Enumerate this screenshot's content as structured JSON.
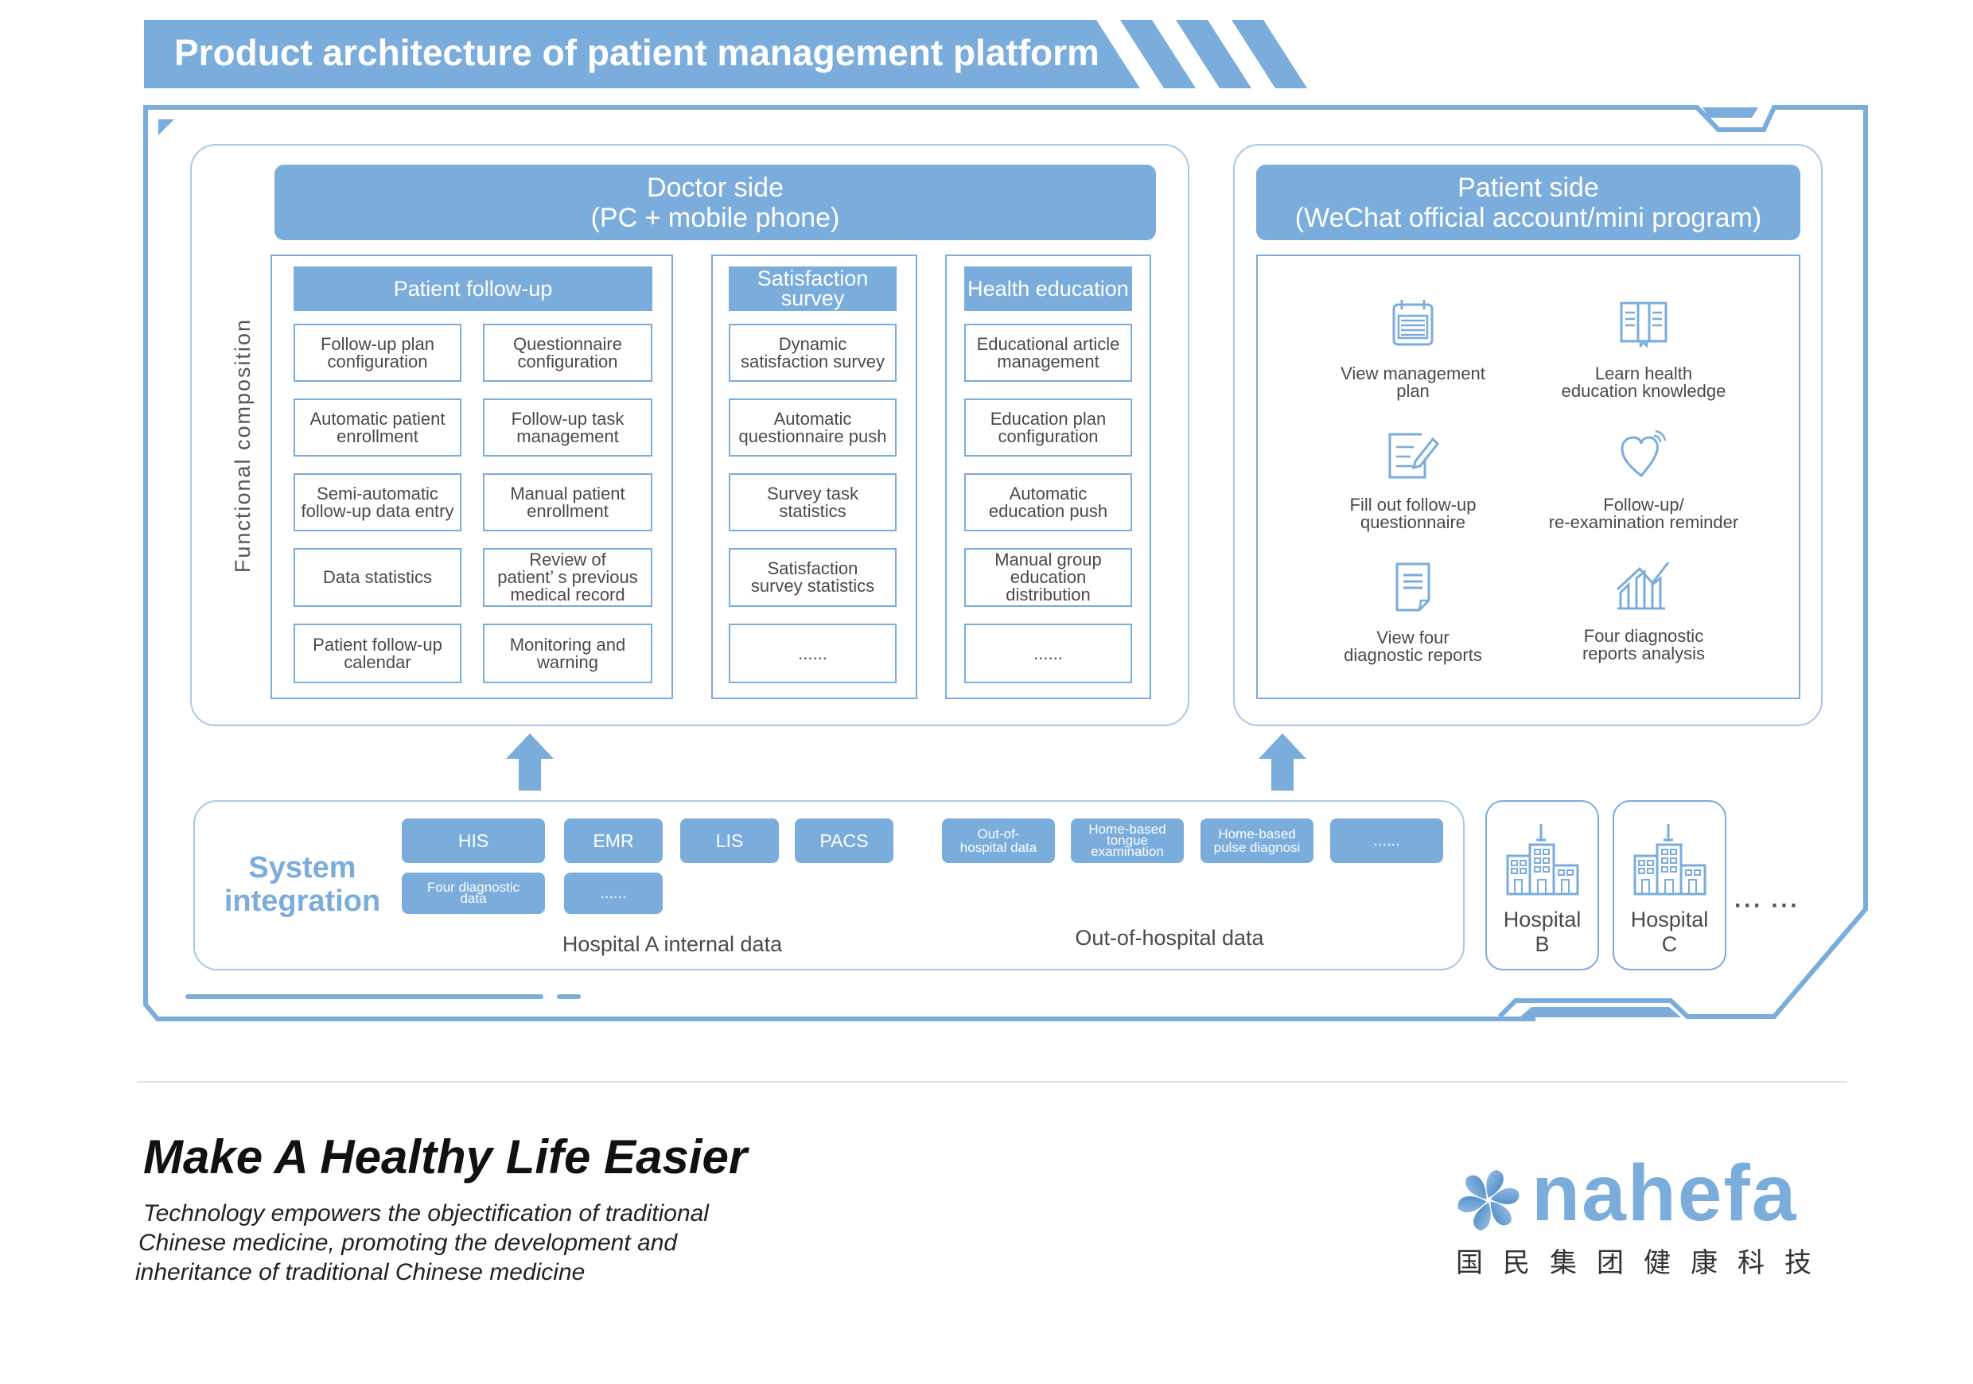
{
  "title": "Product architecture of patient management platform",
  "functional_composition_label": "Functional composition",
  "doctor_side": {
    "header_line1": "Doctor side",
    "header_line2": "(PC + mobile phone)",
    "columns": [
      {
        "title": "Patient follow-up",
        "items": [
          "Follow-up plan\nconfiguration",
          "Questionnaire\nconfiguration",
          "Automatic patient\nenrollment",
          "Follow-up task\nmanagement",
          "Semi-automatic\nfollow-up data entry",
          "Manual patient\nenrollment",
          "Data statistics",
          "Review of\npatient’ s previous\nmedical record",
          "Patient follow-up\ncalendar",
          "Monitoring and\nwarning"
        ]
      },
      {
        "title": "Satisfaction\nsurvey",
        "items": [
          "Dynamic\nsatisfaction survey",
          "Automatic\nquestionnaire push",
          "Survey task\nstatistics",
          "Satisfaction\nsurvey statistics",
          "......"
        ]
      },
      {
        "title": "Health education",
        "items": [
          "Educational article\nmanagement",
          "Education plan\nconfiguration",
          "Automatic\neducation push",
          "Manual group\neducation\ndistribution",
          "......"
        ]
      }
    ]
  },
  "patient_side": {
    "header_line1": "Patient side",
    "header_line2": "(WeChat official account/mini program)",
    "features": [
      {
        "icon": "calendar-icon",
        "label": "View management\nplan"
      },
      {
        "icon": "book-icon",
        "label": "Learn health\neducation knowledge"
      },
      {
        "icon": "questionnaire-pen-icon",
        "label": "Fill out follow-up\nquestionnaire"
      },
      {
        "icon": "heart-reminder-icon",
        "label": "Follow-up/\nre-examination reminder"
      },
      {
        "icon": "report-document-icon",
        "label": "View four\ndiagnostic reports"
      },
      {
        "icon": "chart-analysis-icon",
        "label": "Four diagnostic\nreports analysis"
      }
    ]
  },
  "system_integration": {
    "title_line1": "System",
    "title_line2": "integration",
    "hospital_a": {
      "label": "Hospital A internal data",
      "chips_row1": [
        "HIS",
        "EMR",
        "LIS",
        "PACS"
      ],
      "chips_row2": [
        "Four diagnostic\ndata",
        "......"
      ]
    },
    "out_of_hospital": {
      "label": "Out-of-hospital data",
      "chips": [
        "Out-of-\nhospital data",
        "Home-based\ntongue\nexamination",
        "Home-based\npulse diagnosi",
        "......"
      ]
    },
    "other_hospitals": [
      "Hospital\nB",
      "Hospital\nC"
    ],
    "more": "··· ···"
  },
  "footer": {
    "slogan": "Make A Healthy Life Easier",
    "description_lines": [
      "Technology empowers the objectification of traditional",
      "Chinese medicine, promoting the development and",
      "inheritance of traditional Chinese medicine"
    ],
    "brand_name": "nahefa",
    "brand_cn": "国民集团健康科技"
  },
  "colors": {
    "accent": "#7aacdc",
    "panel_border": "#a9c8e8",
    "text": "#4a4a4a"
  }
}
